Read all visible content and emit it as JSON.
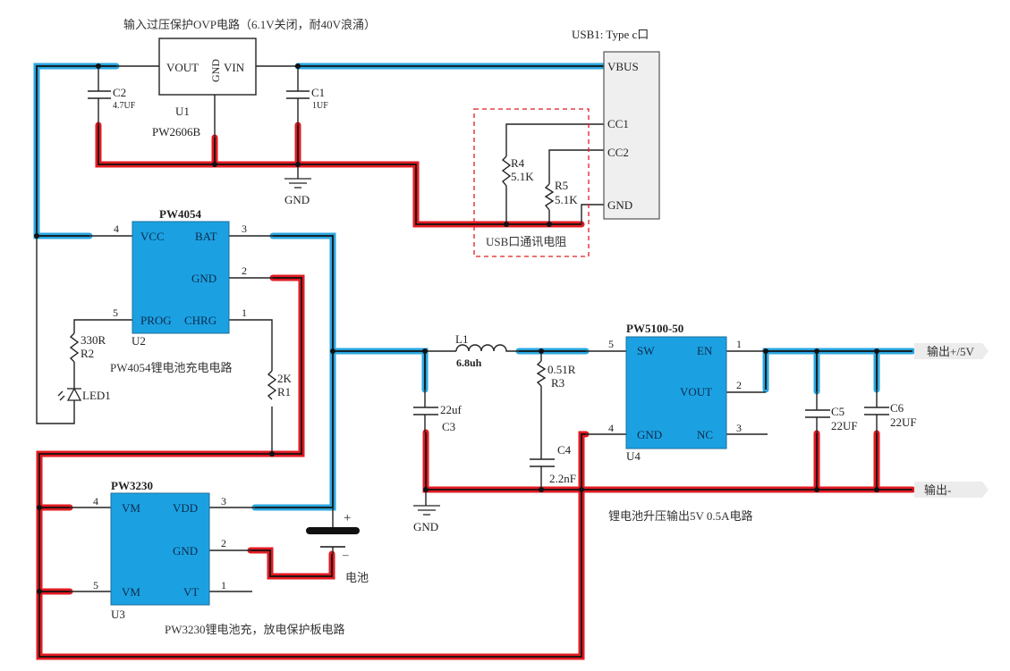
{
  "titles": {
    "ovp": "输入过压保护OVP电路（6.1V关闭，耐40V浪涌）",
    "usb": "USB1: Type c口",
    "usb_res": "USB口通讯电阻",
    "charger": "PW4054锂电池充电电路",
    "protect": "PW3230锂电池充，放电保护板电路",
    "boost": "锂电池升压输出5V 0.5A电路"
  },
  "u1": {
    "name": "PW2606B",
    "ref": "U1",
    "pins": {
      "vout": "VOUT",
      "gnd": "GND",
      "vin": "VIN"
    }
  },
  "u2": {
    "name": "PW4054",
    "ref": "U2",
    "pins": {
      "vcc": "VCC",
      "bat": "BAT",
      "gnd": "GND",
      "prog": "PROG",
      "chrg": "CHRG"
    },
    "nums": {
      "vcc": "4",
      "bat": "3",
      "gnd": "2",
      "prog": "5",
      "chrg": "1"
    }
  },
  "u3": {
    "name": "PW3230",
    "ref": "U3",
    "pins": {
      "vm1": "VM",
      "vdd": "VDD",
      "gnd": "GND",
      "vm2": "VM",
      "vt": "VT"
    },
    "nums": {
      "vm1": "4",
      "vdd": "3",
      "gnd": "2",
      "vm2": "5",
      "vt": "1"
    }
  },
  "u4": {
    "name": "PW5100-50",
    "ref": "U4",
    "pins": {
      "sw": "SW",
      "en": "EN",
      "vout": "VOUT",
      "gnd": "GND",
      "nc": "NC"
    },
    "nums": {
      "sw": "5",
      "en": "1",
      "vout": "2",
      "gnd": "4",
      "nc": "3"
    }
  },
  "usb1": {
    "pins": {
      "vbus": "VBUS",
      "cc1": "CC1",
      "cc2": "CC2",
      "gnd": "GND"
    }
  },
  "parts": {
    "c1": {
      "ref": "C1",
      "val": "1UF"
    },
    "c2": {
      "ref": "C2",
      "val": "4.7UF"
    },
    "c3": {
      "ref": "C3",
      "val": "22uf"
    },
    "c4": {
      "ref": "C4",
      "val": "2.2nF"
    },
    "c5": {
      "ref": "C5",
      "val": "22UF"
    },
    "c6": {
      "ref": "C6",
      "val": "22UF"
    },
    "r1": {
      "ref": "R1",
      "val": "2K"
    },
    "r2": {
      "ref": "R2",
      "val": "330R"
    },
    "r3": {
      "ref": "R3",
      "val": "0.51R"
    },
    "r4": {
      "ref": "R4",
      "val": "5.1K"
    },
    "r5": {
      "ref": "R5",
      "val": "5.1K"
    },
    "l1": {
      "ref": "L1",
      "val": "6.8uh"
    },
    "led1": {
      "ref": "LED1"
    },
    "bat": {
      "label": "电池",
      "plus": "+",
      "minus": "–"
    }
  },
  "gnd_label": "GND",
  "ports": {
    "out_pos": "输出+/5V",
    "out_neg": "输出-"
  },
  "colors": {
    "positive": "#2aa6e0",
    "negative": "#e21a22",
    "chip": "#1ba1e2"
  }
}
